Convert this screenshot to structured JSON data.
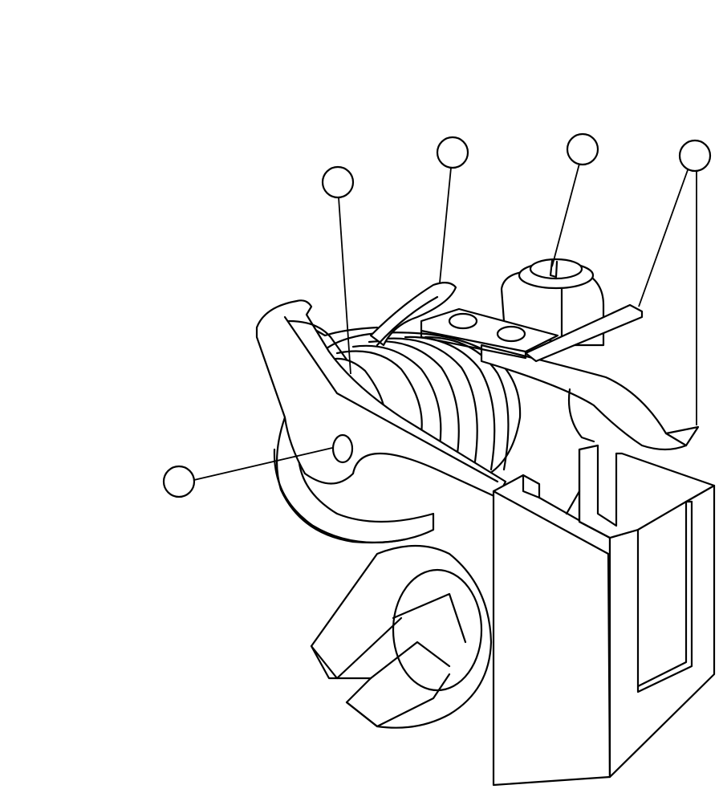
{
  "diagram": {
    "callouts": [
      {
        "id": "callout-1",
        "label": ""
      },
      {
        "id": "callout-2",
        "label": ""
      },
      {
        "id": "callout-3",
        "label": ""
      },
      {
        "id": "callout-4",
        "label": ""
      },
      {
        "id": "callout-5",
        "label": ""
      }
    ],
    "colors": {
      "ink": "#000000",
      "paper": "#ffffff"
    }
  }
}
